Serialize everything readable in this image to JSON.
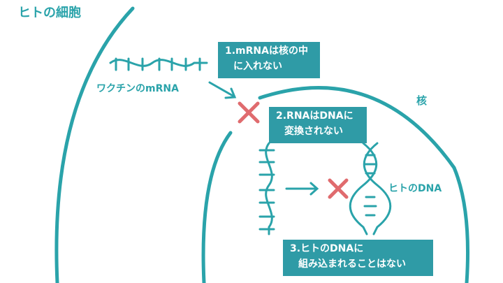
{
  "labels": {
    "cell": "ヒトの細胞",
    "vaccine_mrna": "ワクチンのmRNA",
    "nucleus": "核",
    "human_dna": "ヒトのDNA"
  },
  "notes": [
    {
      "line1": "1.mRNAは核の中",
      "line2": "に入れない"
    },
    {
      "line1": "2.RNAはDNAに",
      "line2": "変換されない"
    },
    {
      "line1": "3.ヒトのDNAに",
      "line2": "組み込まれることはない"
    }
  ],
  "colors": {
    "teal": "#2aa3aa",
    "box": "#2f9ba6",
    "cross": "#e06b6e"
  }
}
